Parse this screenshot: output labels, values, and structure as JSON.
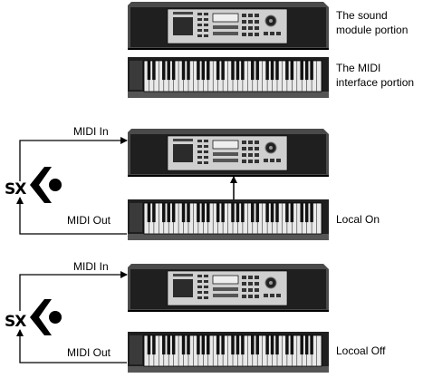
{
  "labels": {
    "sound_module_line1": "The sound",
    "sound_module_line2": "module portion",
    "midi_interface_line1": "The MIDI",
    "midi_interface_line2": "interface portion",
    "midi_in_1": "MIDI In",
    "midi_out_1": "MIDI Out",
    "local_on": "Local On",
    "midi_in_2": "MIDI In",
    "midi_out_2": "MIDI Out",
    "local_off": "Locoal Off"
  },
  "logo": {
    "text": "SX"
  },
  "colors": {
    "device_dark": "#1f1f1f",
    "device_mid": "#4a4a4a",
    "panel_screen": "#2b2b2b",
    "white_key": "#e9e9e9",
    "black_key": "#111111",
    "line": "#000000"
  }
}
